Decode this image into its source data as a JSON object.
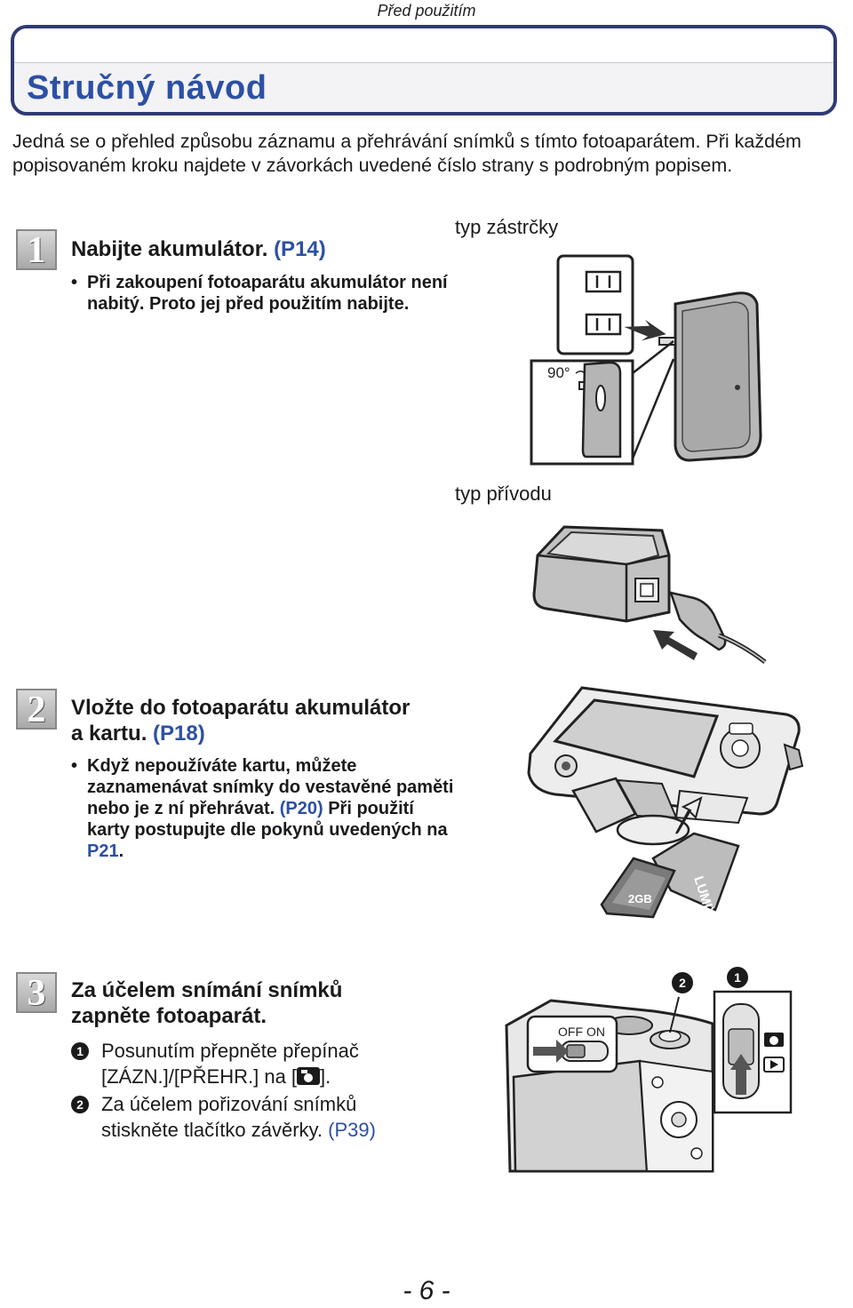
{
  "header_note": "Před použitím",
  "title": "Stručný návod",
  "intro": "Jedná se o přehled způsobu záznamu a přehrávání snímků s tímto fotoaparátem. Při každém popisovaném kroku najdete v závorkách uvedené číslo strany s podrobným popisem.",
  "step1": {
    "number": "1",
    "title": "Nabijte akumulátor.",
    "ref": "(P14)",
    "bullet": "Při zakoupení fotoaparátu akumulátor není nabitý. Proto jej před použitím nabijte.",
    "caption_plug": "typ zástrčky",
    "caption_cord": "typ přívodu",
    "angle_label": "90°"
  },
  "step2": {
    "number": "2",
    "title_line1": "Vložte do fotoaparátu akumulátor",
    "title_line2": "a kartu.",
    "ref": "(P18)",
    "bullet_part1": "Když nepoužíváte kartu, můžete zaznamenávat snímky do vestavěné paměti nebo je z ní přehrávat.",
    "bullet_ref1": "(P20)",
    "bullet_part2": "Při použití karty postupujte dle pokynů uvedených na",
    "bullet_ref2": "P21",
    "bullet_end": ".",
    "card_label": "2GB",
    "brand": "LUMIX"
  },
  "step3": {
    "number": "3",
    "title_line1": "Za účelem snímání snímků",
    "title_line2": "zapněte fotoaparát.",
    "item1_marker": "1",
    "item1_text_a": "Posunutím přepněte přepínač",
    "item1_text_b": "[ZÁZN.]/[PŘEHR.] na [",
    "item1_text_c": "].",
    "item2_marker": "2",
    "item2_text_a": "Za účelem pořizování snímků",
    "item2_text_b": "stiskněte tlačítko závěrky.",
    "item2_ref": "(P39)",
    "switch_off": "OFF",
    "switch_on": "ON",
    "callout1": "1",
    "callout2": "2"
  },
  "page_number": "- 6 -"
}
